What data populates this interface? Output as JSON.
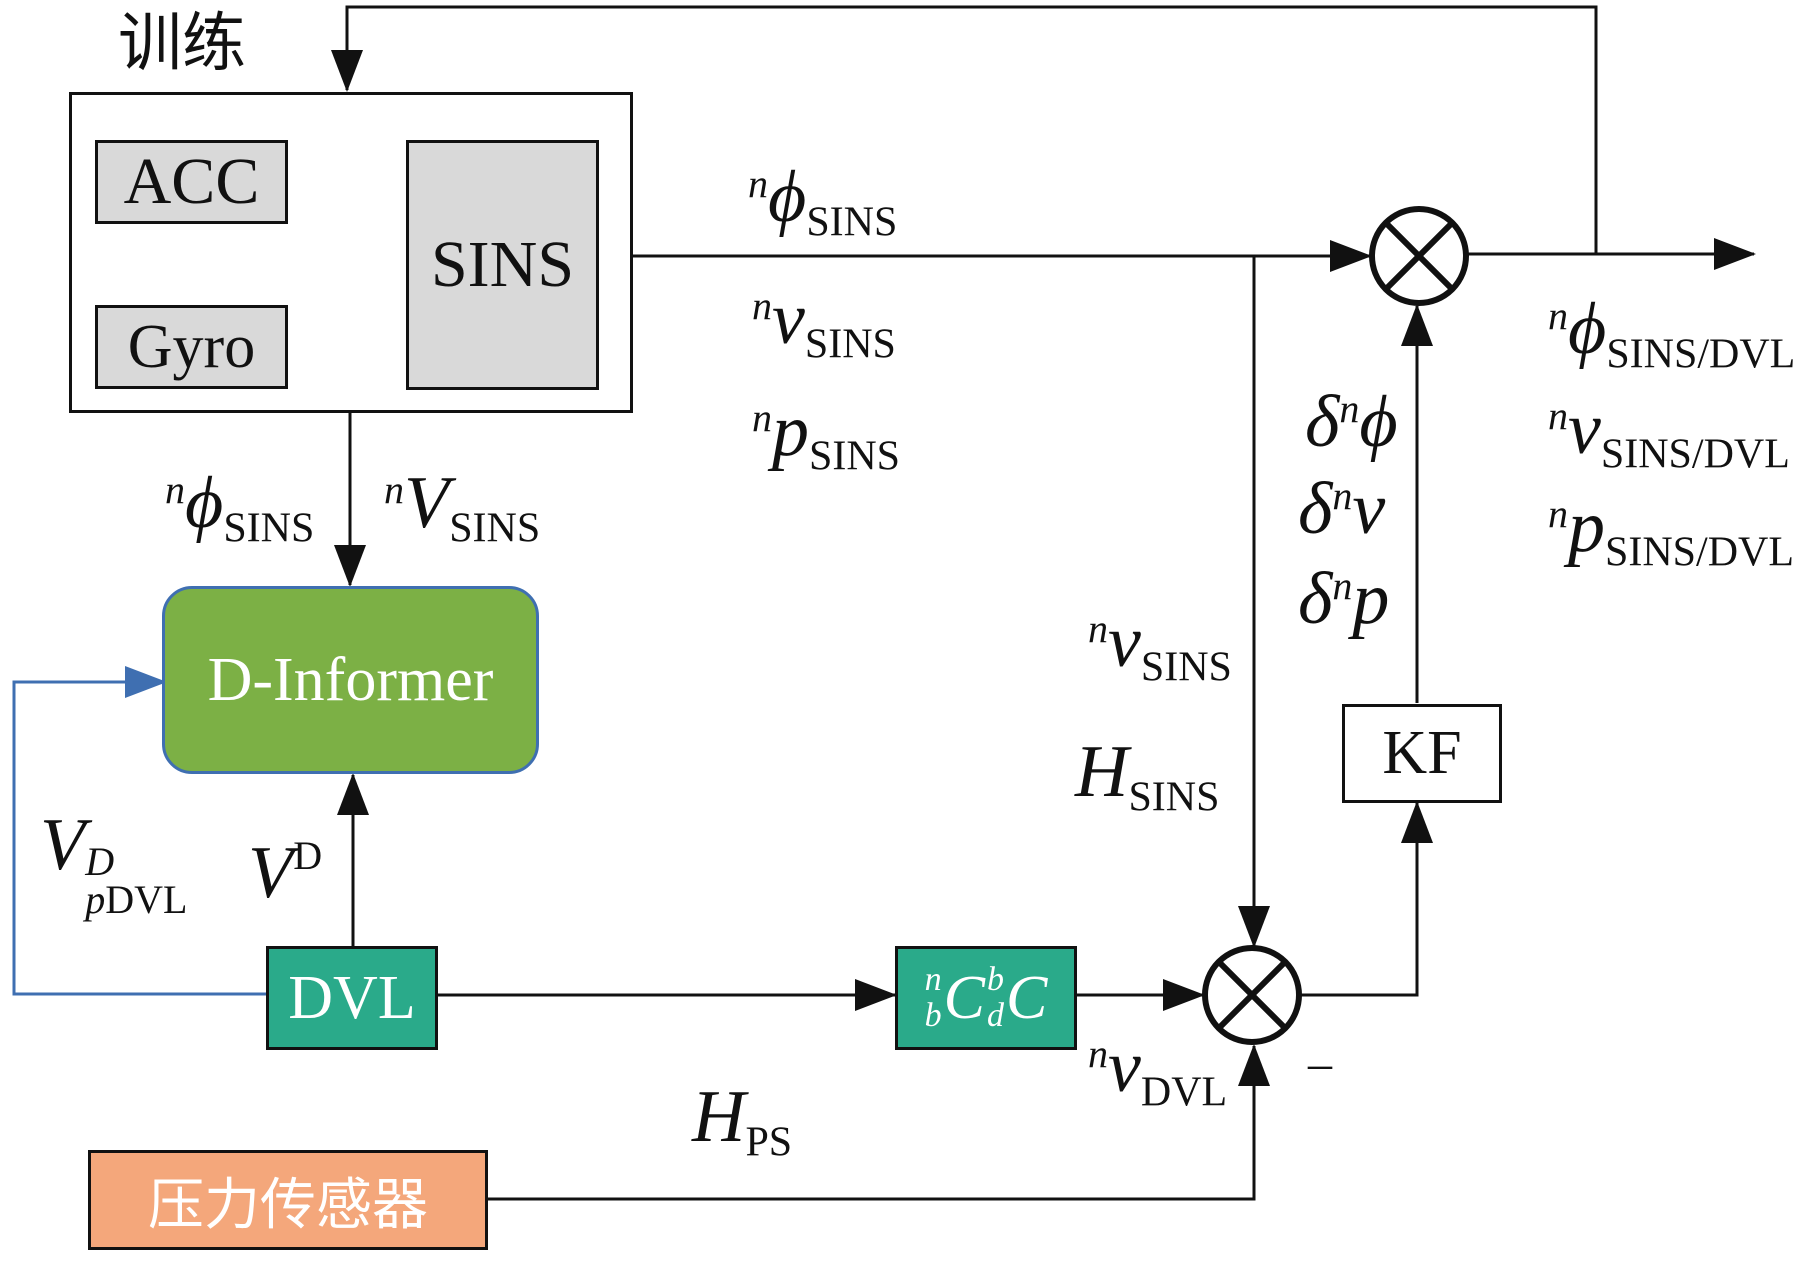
{
  "title": "训练",
  "blocks": {
    "acc": "ACC",
    "gyro": "Gyro",
    "sins": "SINS",
    "d_informer": "D-Informer",
    "dvl": "DVL",
    "pressure_sensor": "压力传感器",
    "kf": "KF"
  },
  "transform": {
    "sup1": "n",
    "sub1": "b",
    "main1": "C",
    "sup2": "b",
    "sub2": "d",
    "main2": "C"
  },
  "signals": {
    "phi_sins": {
      "sup": "n",
      "sym": "ϕ",
      "sub": "SINS"
    },
    "v_sins": {
      "sup": "n",
      "sym": "v",
      "sub": "SINS"
    },
    "p_sins": {
      "sup": "n",
      "sym": "p",
      "sub": "SINS"
    },
    "phi_sins_2": {
      "sup": "n",
      "sym": "ϕ",
      "sub": "SINS"
    },
    "V_sins": {
      "sup": "n",
      "sym": "V",
      "sub": "SINS"
    },
    "v_sins_right": {
      "sup": "n",
      "sym": "v",
      "sub": "SINS"
    },
    "H_sins": {
      "sym": "H",
      "sub": "SINS"
    },
    "delta_phi": {
      "pre": "δ",
      "sup": "n",
      "sym": "ϕ"
    },
    "delta_v": {
      "pre": "δ",
      "sup": "n",
      "sym": "v"
    },
    "delta_p": {
      "pre": "δ",
      "sup": "n",
      "sym": "p"
    },
    "phi_out": {
      "sup": "n",
      "sym": "ϕ",
      "sub": "SINS/DVL"
    },
    "v_out": {
      "sup": "n",
      "sym": "v",
      "sub": "SINS/DVL"
    },
    "p_out": {
      "sup": "n",
      "sym": "p",
      "sub": "SINS/DVL"
    },
    "v_pdvl": {
      "sym": "V",
      "sup": "D",
      "sub_it": "p",
      "sub": "DVL"
    },
    "V_D": {
      "sym": "V",
      "sup": "D"
    },
    "v_dvl": {
      "sup": "n",
      "sym": "v",
      "sub": "DVL"
    },
    "H_ps": {
      "sym": "H",
      "sub": "PS"
    }
  },
  "minus_sign": "–",
  "colors": {
    "line": "#111111",
    "feedback_line": "#3f6fb1",
    "gray_block": "#d9d9d9",
    "green_block": "#7cb045",
    "teal_block": "#2aaa8a",
    "orange_block": "#f4a77b"
  }
}
